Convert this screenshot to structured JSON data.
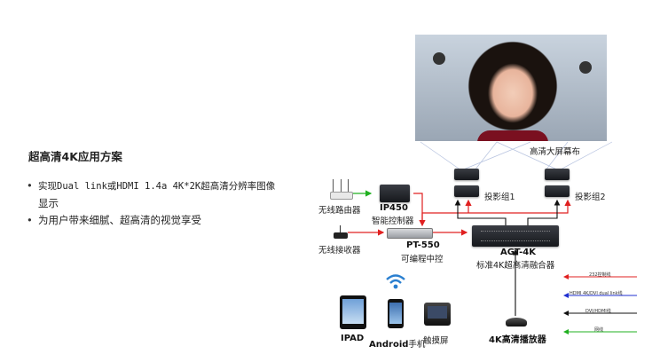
{
  "left_panel": {
    "heading": "超高清4K应用方案",
    "bullets": [
      {
        "part1": "实现Dual link或HDMI 1.4a 4K*2K超高清分辨率图像",
        "part2": "显示"
      },
      {
        "part1": "为用户带来细腻、超高清的视觉享受",
        "part2": ""
      }
    ]
  },
  "diagram": {
    "screen_label": "高清大屏幕布",
    "projector_group_1": "投影组1",
    "projector_group_2": "投影组2",
    "wireless_router": "无线路由器",
    "wireless_receiver": "无线接收器",
    "ip450_model": "IP450",
    "ip450_desc": "智能控制器",
    "pt550_model": "PT-550",
    "pt550_desc": "可编程中控",
    "agt_model": "AGT-4K",
    "agt_desc": "标准4K超高清融合器",
    "ipad": "IPAD",
    "android_a": "Android",
    "android_b": "手机",
    "touchscreen": "触摸屏",
    "player": "4K高清播放器",
    "legend": [
      {
        "text": "232控制线",
        "color": "#e02020"
      },
      {
        "text": "HDMI 4K/DVI dual link线",
        "color": "#2030d0"
      },
      {
        "text": "DVI/HDMI线",
        "color": "#111111"
      },
      {
        "text": "网线",
        "color": "#20b020"
      }
    ]
  }
}
